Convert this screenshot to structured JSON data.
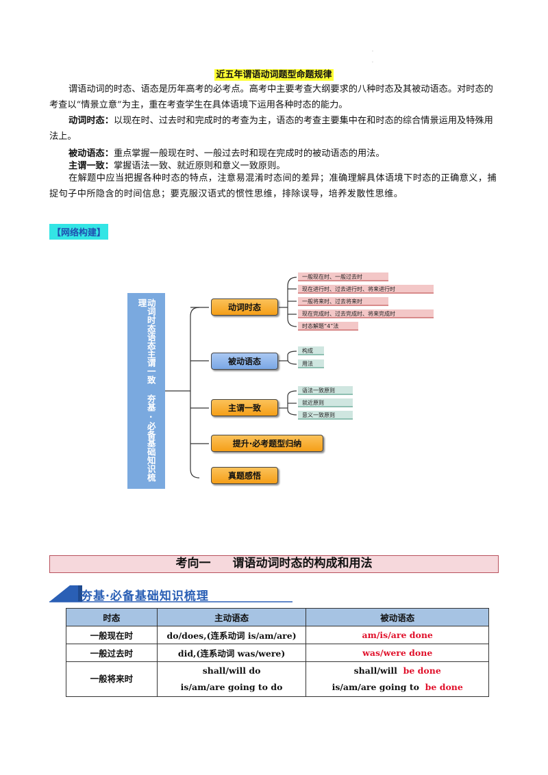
{
  "header_marks": [
    ".",
    "."
  ],
  "title": "近五年谓语动词题型命题规律",
  "intro": "谓语动词的时态、语态是历年高考的必考点。高考中主要考查大纲要求的八种时态及其被动语态。对时态的考查以“情景立意”为主，重在考查学生在具体语境下运用各种时态的能力。",
  "points": [
    {
      "label": "动词时态",
      "text": "以现在时、过去时和完成时的考查为主，语态的考查主要集中在和时态的综合情景运用及特殊用法上。"
    },
    {
      "label": "被动语态",
      "text": "重点掌握一般现在时、一般过去时和现在完成时的被动语态的用法。"
    },
    {
      "label": "主谓一致",
      "text": "掌握语法一致、就近原则和意义一致原则。"
    }
  ],
  "advice": "在解题中应当把握各种时态的特点，注意易混淆时态间的差异；准确理解具体语境下时态的正确意义，捕捉句子中所隐含的时间信息；要克服汉语式的惯性思维，排除误导，培养发散性思维。",
  "network_label": "【网络构建】",
  "mindmap": {
    "root": "动词时态语态主谓一致 夯基·必备基础知识梳理",
    "nodes": [
      "动词时态",
      "被动语态",
      "主谓一致",
      "提升·必考题型归纳",
      "真题感悟"
    ],
    "tense_leaves": [
      "一般现在时、一般过去时",
      "现在进行时、过去进行时、将来进行时",
      "一般将来时、过去将来时",
      "现在完成时、过去完成时、将来完成时",
      "时态解题“4”法"
    ],
    "passive_leaves": [
      "构成",
      "用法"
    ],
    "agreement_leaves": [
      "语法一致原则",
      "就近原则",
      "意义一致原则"
    ]
  },
  "section": {
    "label": "考向一",
    "title": "谓语动词时态的构成和用法"
  },
  "subsection": "夯基·必备基础知识梳理",
  "table": {
    "headers": [
      "时态",
      "主动语态",
      "被动语态"
    ],
    "rows": [
      {
        "tense": "一般现在时",
        "active": "do/does,(连系动词 is/am/are)",
        "passive": "am/is/are done"
      },
      {
        "tense": "一般过去时",
        "active": "did,(连系动词 was/were)",
        "passive": "was/were done"
      },
      {
        "tense": "一般将来时",
        "active": [
          "shall/will do",
          "is/am/are going to do"
        ],
        "passive_prefix": [
          "shall/will",
          "is/am/are going to"
        ],
        "passive_red": [
          "be done",
          "be done"
        ]
      }
    ]
  },
  "colors": {
    "highlight": "#ffff33",
    "network_bg": "#33e5e5",
    "network_text": "#1f4fb0",
    "red": "#e0102a",
    "table_header": "#a6c3e3",
    "section_bg": "#f6d8dc"
  }
}
